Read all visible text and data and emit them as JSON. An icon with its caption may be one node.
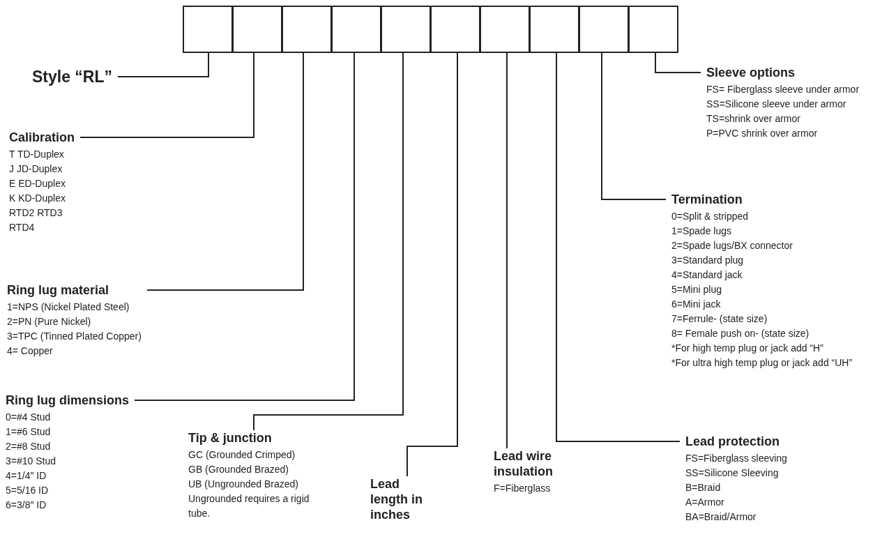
{
  "diagram": {
    "nodes": [
      {
        "text": [],
        "shape": "box"
      },
      {
        "text": [],
        "shape": "box"
      },
      {
        "text": [],
        "shape": "box"
      },
      {
        "text": [],
        "shape": "box"
      },
      {
        "text": [],
        "shape": "box"
      },
      {
        "text": [],
        "shape": "box"
      },
      {
        "text": [],
        "shape": "box"
      },
      {
        "text": [],
        "shape": "box"
      },
      {
        "text": [],
        "shape": "box"
      },
      {
        "text": [],
        "shape": "box"
      },
      {
        "text": [
          "Style “RL”"
        ]
      },
      {
        "text": [
          "Calibration",
          "T TD-Duplex",
          "J JD-Duplex",
          "E ED-Duplex",
          "K KD-Duplex",
          "RTD2 RTD3",
          "RTD4"
        ]
      },
      {
        "text": [
          "Ring lug material",
          "1=NPS (Nickel Plated Steel)",
          "2=PN (Pure Nickel)",
          "3=TPC (Tinned Plated Copper)",
          "4= Copper"
        ]
      },
      {
        "text": [
          "Ring lug dimensions",
          "0=#4 Stud",
          "1=#6 Stud",
          "2=#8 Stud",
          "3=#10 Stud",
          "4=1/4″ ID",
          "5=5/16 ID",
          "6=3/8″ ID"
        ]
      },
      {
        "text": [
          "Tip & junction",
          "GC (Grounded Crimped)",
          "GB (Grounded Brazed)",
          "UB (Ungrounded Brazed)",
          "Ungrounded requires a rigid tube."
        ]
      },
      {
        "text": [
          "Lead length in inches"
        ]
      },
      {
        "text": [
          "Lead wire insulation",
          "F=Fiberglass"
        ]
      },
      {
        "text": [
          "Lead protection",
          "FS=Fiberglass sleeving",
          "SS=Silicone Sleeving",
          "B=Braid",
          "A=Armor",
          "BA=Braid/Armor"
        ]
      },
      {
        "text": [
          "Termination",
          "0=Split & stripped",
          "1=Spade lugs",
          "2=Spade lugs/BX connector",
          "3=Standard plug",
          "4=Standard jack",
          "5=Mini plug",
          "6=Mini jack",
          "7=Ferrule- (state size)",
          "8= Female push on- (state size)",
          "*For high temp plug or jack add “H”",
          "*For ultra high temp plug or jack add “UH”"
        ]
      },
      {
        "text": [
          "Sleeve options",
          "FS= Fiberglass sleeve under armor",
          "SS=Silicone sleeve under armor",
          "TS=shrink over armor",
          "P=PVC shrink over armor"
        ]
      }
    ],
    "edges": [
      {
        "from": 0,
        "to": 10,
        "arrow": "none"
      },
      {
        "from": 1,
        "to": 11,
        "arrow": "none"
      },
      {
        "from": 2,
        "to": 12,
        "arrow": "none"
      },
      {
        "from": 3,
        "to": 13,
        "arrow": "none"
      },
      {
        "from": 4,
        "to": 14,
        "arrow": "none"
      },
      {
        "from": 5,
        "to": 15,
        "arrow": "none"
      },
      {
        "from": 6,
        "to": 16,
        "arrow": "none"
      },
      {
        "from": 7,
        "to": 17,
        "arrow": "none"
      },
      {
        "from": 8,
        "to": 18,
        "arrow": "none"
      },
      {
        "from": 9,
        "to": 19,
        "arrow": "none"
      }
    ]
  }
}
